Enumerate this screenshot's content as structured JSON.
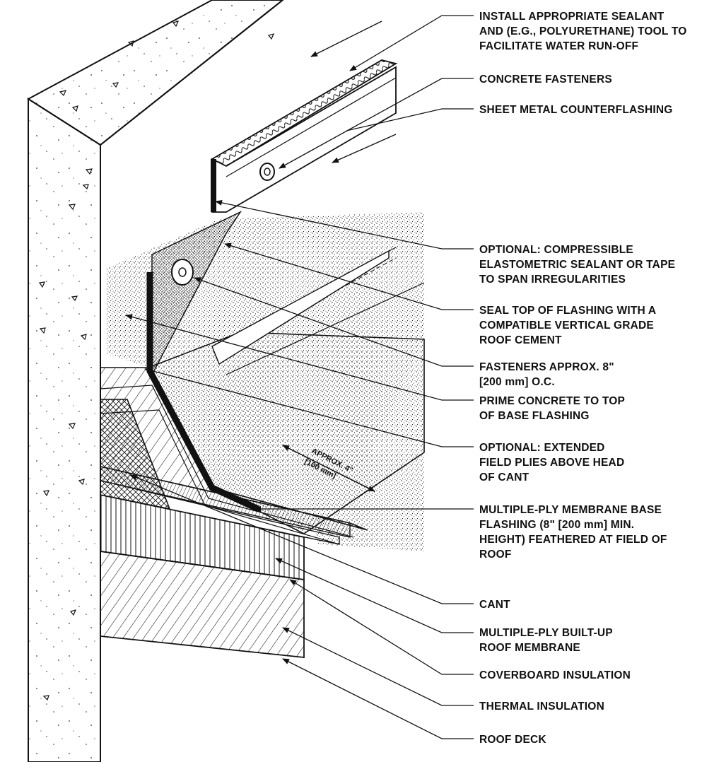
{
  "diagram": {
    "dimension_label": [
      "APPROX. 4\"",
      "[100 mm]"
    ],
    "callouts": [
      {
        "id": "sealant",
        "lines": [
          "INSTALL APPROPRIATE SEALANT",
          "AND (E.G., POLYURETHANE) TOOL TO",
          "FACILITATE WATER RUN-OFF"
        ]
      },
      {
        "id": "concrete-fasteners",
        "lines": [
          "CONCRETE FASTENERS"
        ]
      },
      {
        "id": "counterflashing",
        "lines": [
          "SHEET METAL COUNTERFLASHING"
        ]
      },
      {
        "id": "compressible-sealant",
        "lines": [
          "OPTIONAL: COMPRESSIBLE",
          "ELASTOMETRIC SEALANT OR TAPE",
          "TO SPAN IRREGULARITIES"
        ]
      },
      {
        "id": "seal-top",
        "lines": [
          "SEAL TOP OF FLASHING WITH A",
          "COMPATIBLE VERTICAL GRADE",
          "ROOF CEMENT"
        ]
      },
      {
        "id": "fasteners-oc",
        "lines": [
          "FASTENERS APPROX. 8\"",
          "[200 mm] O.C."
        ]
      },
      {
        "id": "prime-concrete",
        "lines": [
          "PRIME CONCRETE TO TOP",
          "OF BASE FLASHING"
        ]
      },
      {
        "id": "extended-plies",
        "lines": [
          "OPTIONAL: EXTENDED",
          "FIELD PLIES ABOVE HEAD",
          "OF CANT"
        ]
      },
      {
        "id": "base-flashing",
        "lines": [
          "MULTIPLE-PLY MEMBRANE BASE",
          "FLASHING (8\" [200 mm] MIN.",
          "HEIGHT) FEATHERED AT FIELD OF",
          "ROOF"
        ]
      },
      {
        "id": "cant",
        "lines": [
          "CANT"
        ]
      },
      {
        "id": "built-up-membrane",
        "lines": [
          "MULTIPLE-PLY BUILT-UP",
          "ROOF MEMBRANE"
        ]
      },
      {
        "id": "coverboard",
        "lines": [
          "COVERBOARD INSULATION"
        ]
      },
      {
        "id": "thermal",
        "lines": [
          "THERMAL INSULATION"
        ]
      },
      {
        "id": "roof-deck",
        "lines": [
          "ROOF DECK"
        ]
      }
    ]
  }
}
